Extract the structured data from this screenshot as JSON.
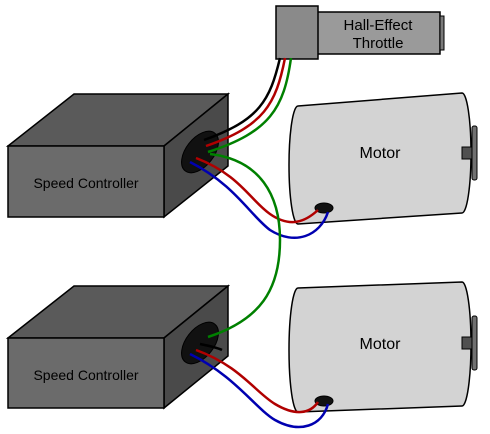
{
  "throttle": {
    "label_line1": "Hall-Effect",
    "label_line2": "Throttle"
  },
  "controllers": [
    {
      "label": "Speed Controller"
    },
    {
      "label": "Speed Controller"
    }
  ],
  "motors": [
    {
      "label": "Motor"
    },
    {
      "label": "Motor"
    }
  ],
  "colors": {
    "box_front": "#6b6b6b",
    "box_top": "#5a5a5a",
    "box_side": "#4a4a4a",
    "motor_body": "#d3d3d3",
    "throttle_body": "#9a9a9a",
    "wire_red": "#b00000",
    "wire_blue": "#0000b0",
    "wire_green": "#008000",
    "wire_black": "#000000"
  }
}
